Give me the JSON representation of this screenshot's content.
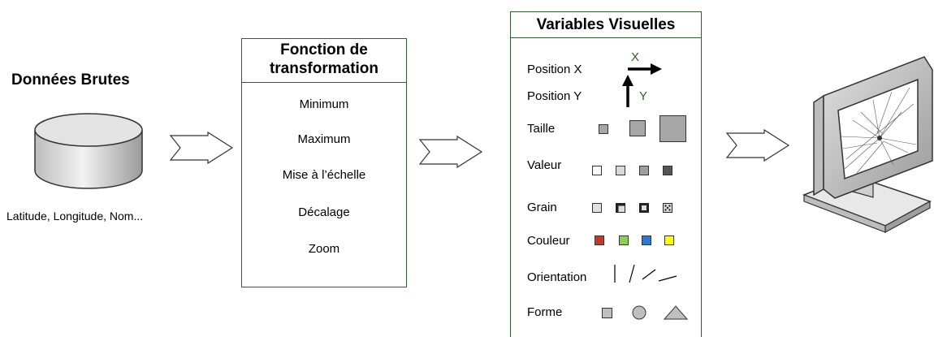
{
  "source": {
    "title": "Données Brutes",
    "caption": "Latitude, Longitude, Nom..."
  },
  "transform": {
    "title_line1": "Fonction de",
    "title_line2": "transformation",
    "items": [
      "Minimum",
      "Maximum",
      "Mise à l’échelle",
      "Décalage",
      "Zoom"
    ]
  },
  "visual": {
    "title": "Variables Visuelles",
    "position_x": "Position X",
    "position_y": "Position Y",
    "x_axis": "X",
    "y_axis": "Y",
    "taille": "Taille",
    "valeur": "Valeur",
    "grain": "Grain",
    "couleur": "Couleur",
    "orientation": "Orientation",
    "forme": "Forme",
    "colors": {
      "red": "#c0392b",
      "green": "#8fd14f",
      "blue": "#2e78d2",
      "yellow": "#ffff00"
    }
  },
  "icons": [
    "cylinder-database-icon",
    "chevron-arrow-icon",
    "monitor-icon"
  ]
}
